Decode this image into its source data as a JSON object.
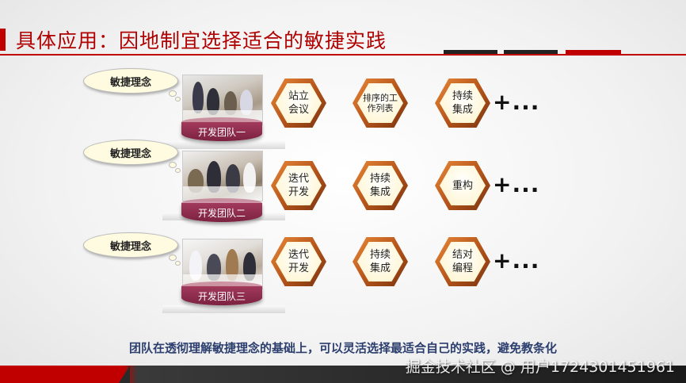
{
  "title": "具体应用：因地制宜选择适合的敏捷实践",
  "teams": [
    {
      "cloud": "敏捷理念",
      "name": "开发团队一",
      "practices": [
        {
          "lines": [
            "站立",
            "会议"
          ]
        },
        {
          "lines": [
            "排序的工",
            "作列表"
          ]
        },
        {
          "lines": [
            "持续",
            "集成"
          ]
        }
      ],
      "more": "+..."
    },
    {
      "cloud": "敏捷理念",
      "name": "开发团队二",
      "practices": [
        {
          "lines": [
            "迭代",
            "开发"
          ]
        },
        {
          "lines": [
            "持续",
            "集成"
          ]
        },
        {
          "lines": [
            "重构",
            ""
          ]
        }
      ],
      "more": "+..."
    },
    {
      "cloud": "敏捷理念",
      "name": "开发团队三",
      "practices": [
        {
          "lines": [
            "迭代",
            "开发"
          ]
        },
        {
          "lines": [
            "持续",
            "集成"
          ]
        },
        {
          "lines": [
            "结对",
            "编程"
          ]
        }
      ],
      "more": "+..."
    }
  ],
  "summary": "团队在透彻理解敏捷理念的基础上，可以灵活选择最适合自己的实践，避免教条化",
  "watermark": "掘金技术社区 @ 用户1724301451961",
  "colors": {
    "accent": "#c00000",
    "pedestal": "#8a2a4c",
    "hex_border": "#b7561a",
    "summary_text": "#2b3e6e"
  }
}
